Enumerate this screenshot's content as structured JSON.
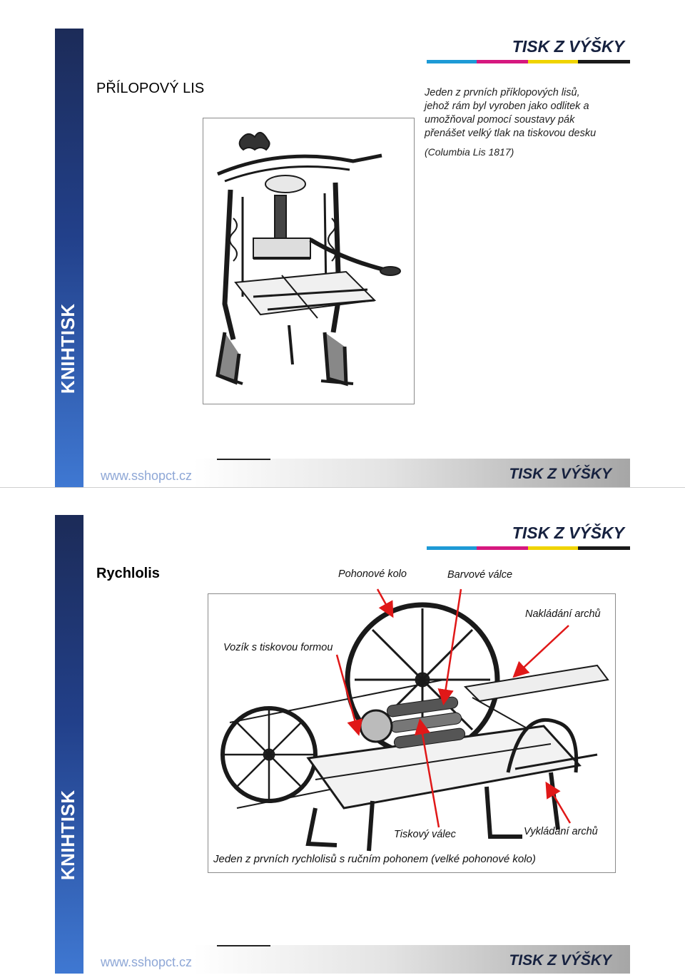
{
  "header": {
    "title": "TISK Z VÝŠKY"
  },
  "sidebar": {
    "label": "KNIHTISK"
  },
  "footer": {
    "url": "www.sshopct.cz",
    "title": "TISK Z VÝŠKY"
  },
  "colors": {
    "sidebar_dark": "#1c2b58",
    "sidebar_light": "#3f78d2",
    "color_bar": [
      "#1e9ad6",
      "#d6187f",
      "#f0d400",
      "#1a1a1a"
    ],
    "arrow": "#e01818",
    "footer_url": "#8ea7d6"
  },
  "slide1": {
    "heading": "PŘÍLOPOVÝ LIS",
    "description_lines": [
      "Jeden z prvních příklopových lisů,",
      "jehož rám byl vyroben jako odlitek a",
      "umožňoval pomocí soustavy pák",
      "přenášet velký tlak na tiskovou desku"
    ],
    "caption": "(Columbia Lis 1817)"
  },
  "slide2": {
    "heading": "Rychlolis",
    "labels": {
      "drive_wheel": "Pohonové kolo",
      "ink_rollers": "Barvové válce",
      "sheet_feed": "Nakládání archů",
      "carriage": "Vozík s tiskovou formou",
      "impression_cylinder": "Tiskový válec",
      "sheet_delivery": "Vykládání archů"
    },
    "caption": "Jeden z prvních rychlolisů s ručním pohonem (velké pohonové kolo)"
  }
}
